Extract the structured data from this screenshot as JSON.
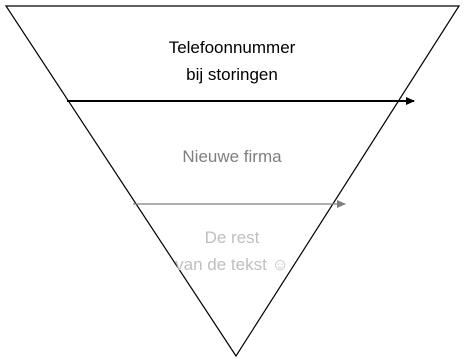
{
  "pyramid": {
    "levels": [
      {
        "id": "top",
        "lines": [
          "Telefoonnummer",
          "bij storingen"
        ],
        "text_color": "#000000",
        "arrow_color": "#000000"
      },
      {
        "id": "middle",
        "lines": [
          "Nieuwe firma"
        ],
        "text_color": "#7f7f7f",
        "arrow_color": "#7f7f7f"
      },
      {
        "id": "bottom",
        "lines": [
          "De rest",
          "van de tekst ☺"
        ],
        "text_color": "#bfbfbf"
      }
    ],
    "outline_color": "#000000",
    "background_color": "#ffffff"
  }
}
